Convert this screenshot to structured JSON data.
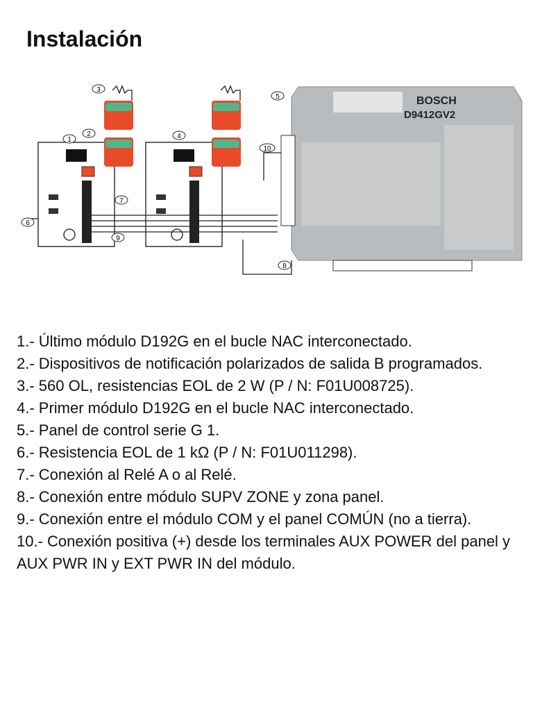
{
  "page": {
    "title": "Instalación"
  },
  "diagram": {
    "panel": {
      "brand": "BOSCH",
      "model": "D9412GV2"
    },
    "callouts": [
      "1",
      "2",
      "3",
      "4",
      "5",
      "6",
      "7",
      "8",
      "9",
      "10"
    ]
  },
  "legend": {
    "items": [
      "1.- Último módulo D192G en el bucle NAC interconectado.",
      "2.- Dispositivos de notificación polarizados de salida B programados.",
      "3.- 560 OL, resistencias EOL de 2 W (P / N: F01U008725).",
      "4.- Primer módulo D192G en el bucle NAC interconectado.",
      "5.- Panel de control serie G 1.",
      "6.- Resistencia EOL de 1 kΩ (P / N: F01U011298).",
      "7.- Conexión al Relé A o al Relé.",
      "8.- Conexión entre módulo SUPV ZONE y zona panel.",
      "9.- Conexión entre el módulo COM y el panel COMÚN (no a tierra).",
      "10.- Conexión positiva (+) desde los terminales AUX POWER del panel y AUX PWR IN y EXT PWR IN del módulo."
    ]
  },
  "colors": {
    "panel_gray": "#b9bcbf",
    "red_device": "#e84a2a",
    "green_lens": "#4fb58a",
    "board_white": "#ffffff",
    "wire": "#222222"
  }
}
